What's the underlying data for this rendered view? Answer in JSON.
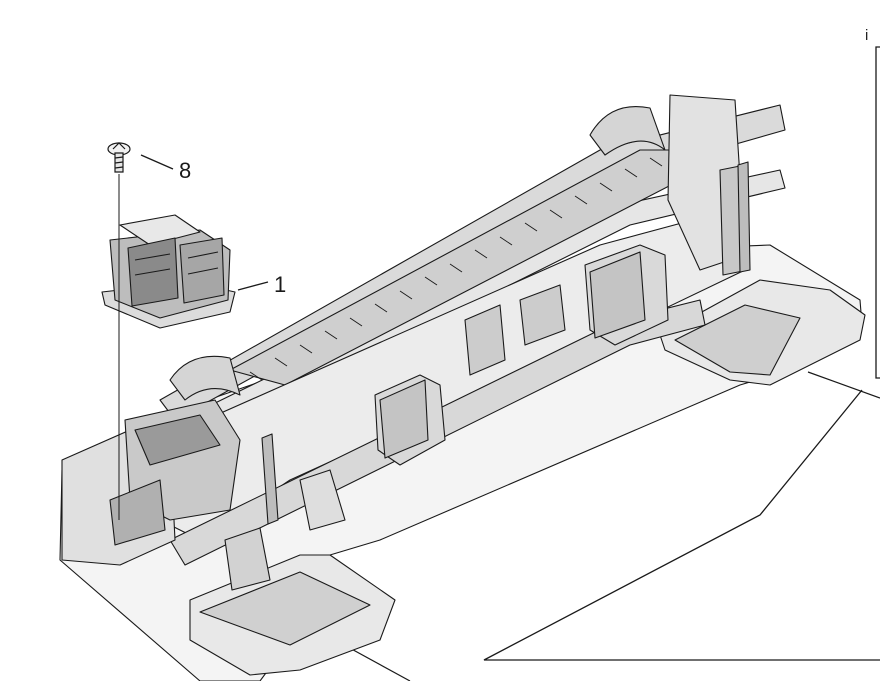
{
  "callouts": {
    "screw": "8",
    "carriage_assembly": "1"
  },
  "corner_mark": "i",
  "colors": {
    "line": "#1a1a1a",
    "fill_light": "#f4f4f4",
    "fill_mid": "#dcdcdc",
    "fill_dark": "#9a9a9a"
  }
}
